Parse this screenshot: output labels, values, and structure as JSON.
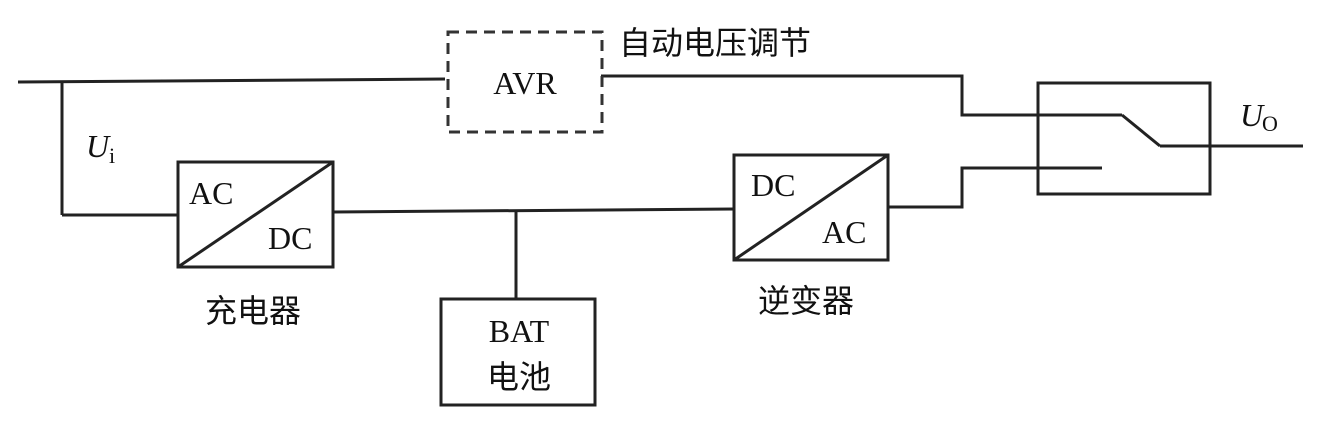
{
  "avr": {
    "label": "AVR",
    "caption": "自动电压调节"
  },
  "charger": {
    "in_label": "AC",
    "out_label": "DC",
    "caption": "充电器"
  },
  "inverter": {
    "in_label": "DC",
    "out_label": "AC",
    "caption": "逆变器"
  },
  "battery": {
    "label": "BAT",
    "caption": "电池"
  },
  "input_voltage": {
    "symbol": "U",
    "subscript": "i"
  },
  "output_voltage": {
    "symbol": "U",
    "subscript": "O"
  }
}
